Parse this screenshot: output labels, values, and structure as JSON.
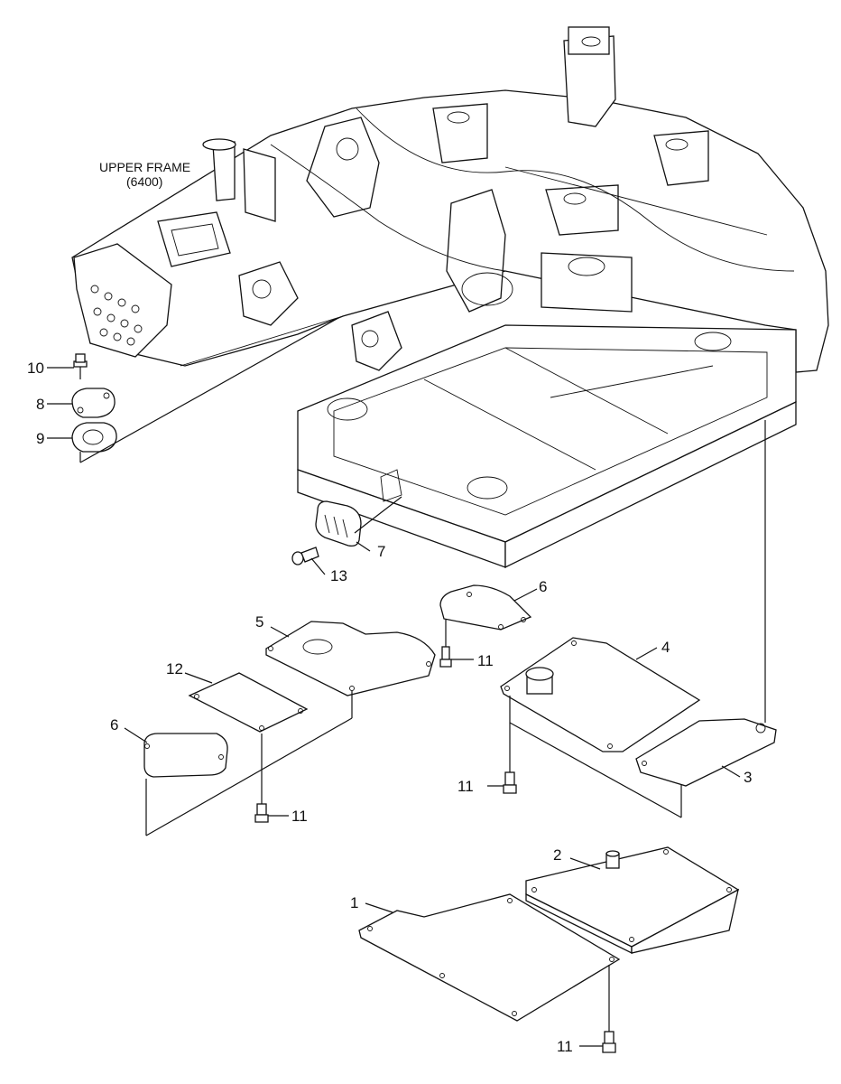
{
  "title": {
    "line1": "UPPER FRAME",
    "line2": "(6400)"
  },
  "callouts": {
    "p1": "1",
    "p2": "2",
    "p3": "3",
    "p4": "4",
    "p5": "5",
    "p6a": "6",
    "p6b": "6",
    "p7": "7",
    "p8": "8",
    "p9": "9",
    "p10": "10",
    "p11a": "11",
    "p11b": "11",
    "p11c": "11",
    "p11d": "11",
    "p12": "12",
    "p13": "13"
  }
}
